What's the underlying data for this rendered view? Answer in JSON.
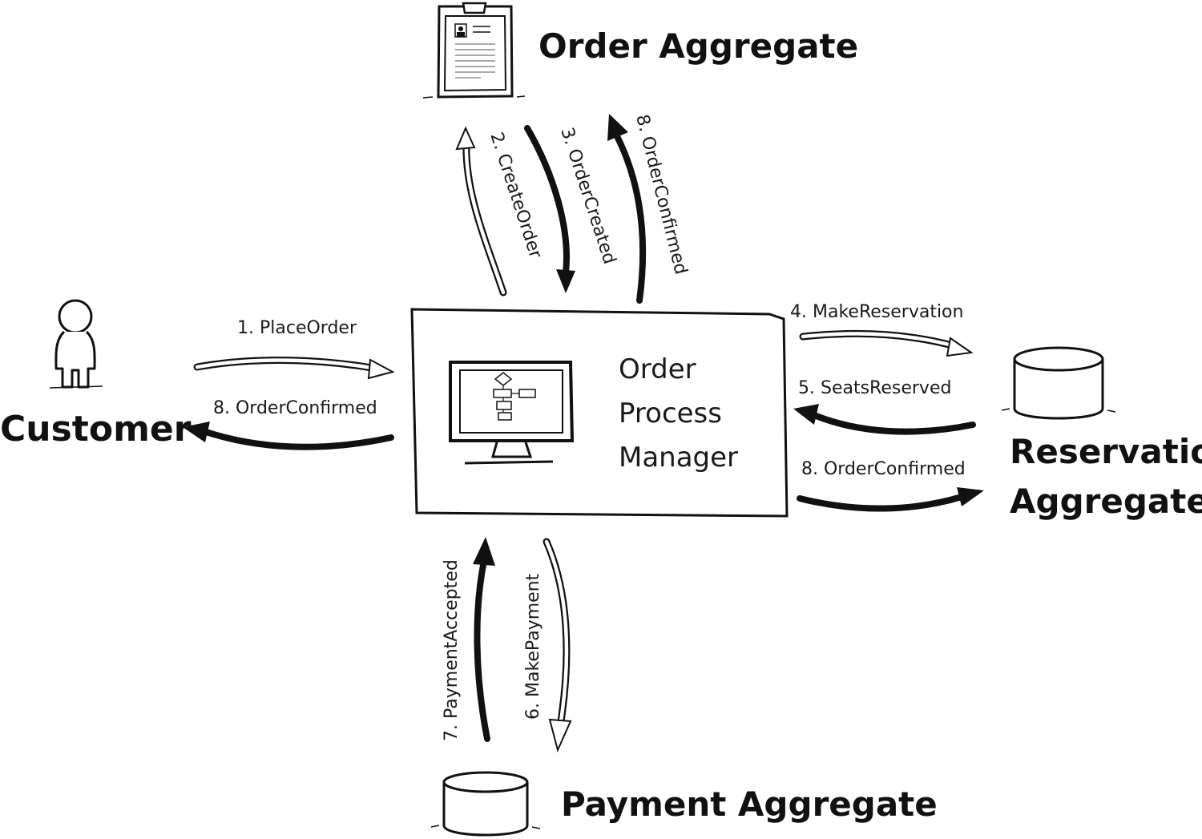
{
  "nodes": {
    "order_aggregate": {
      "label": "Order Aggregate",
      "icon": "clipboard-icon"
    },
    "customer": {
      "label": "Customer",
      "icon": "person-icon"
    },
    "process_manager": {
      "line1": "Order",
      "line2": "Process",
      "line3": "Manager",
      "icon": "monitor-flowchart-icon"
    },
    "reservation_aggregate": {
      "line1": "Reservation",
      "line2": "Aggregate",
      "icon": "database-icon"
    },
    "payment_aggregate": {
      "label": "Payment Aggregate",
      "icon": "database-icon"
    }
  },
  "messages": {
    "place_order": "1. PlaceOrder",
    "create_order": "2. CreateOrder",
    "order_created": "3. OrderCreated",
    "make_reservation": "4. MakeReservation",
    "seats_reserved": "5. SeatsReserved",
    "make_payment": "6. MakePayment",
    "payment_accepted": "7. PaymentAccepted",
    "order_confirmed_customer": "8. OrderConfirmed",
    "order_confirmed_order": "8. OrderConfirmed",
    "order_confirmed_reservation": "8. OrderConfirmed"
  },
  "colors": {
    "ink": "#111111",
    "paper": "#ffffff"
  }
}
